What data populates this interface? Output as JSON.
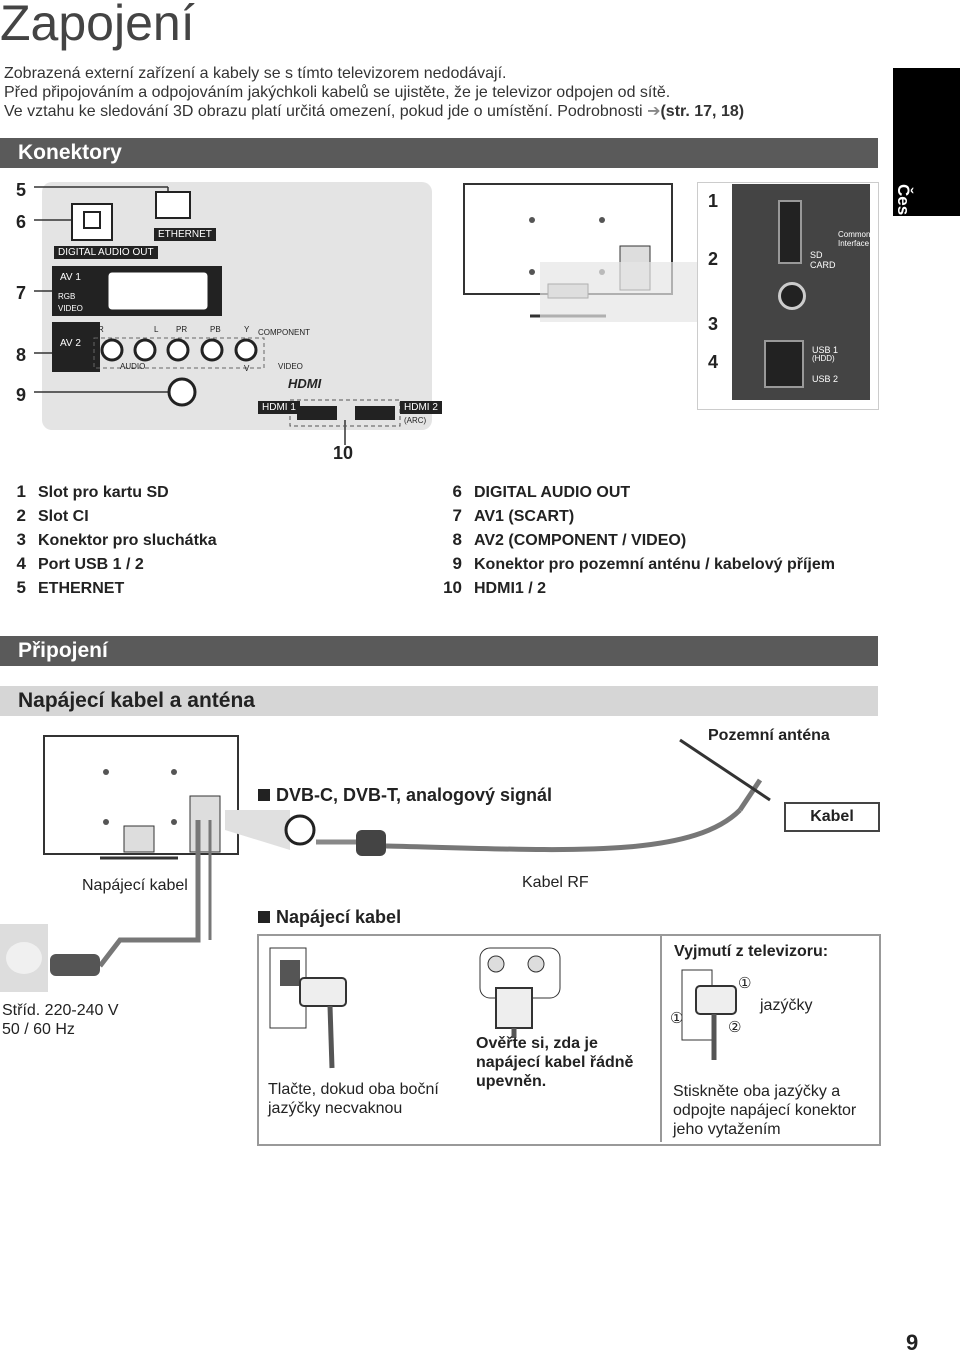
{
  "page": {
    "title": "Zapojení",
    "intro_lines": [
      "Zobrazená externí zařízení a kabely se s tímto televizorem nedodávají.",
      "Před připojováním a odpojováním jakýchkoli kabelů se ujistěte, že je televizor odpojen od sítě.",
      "Ve vztahu ke sledování 3D obrazu platí určitá omezení, pokud jde o umístění. Podrobnosti"
    ],
    "intro_ref": "(str. 17, 18)",
    "language_tab": "Česky",
    "page_number": "9"
  },
  "connectors": {
    "heading": "Konektory",
    "callouts_left": [
      "5",
      "6",
      "7",
      "8",
      "9"
    ],
    "callout_bottom": "10",
    "callouts_right": [
      "1",
      "2",
      "3",
      "4"
    ],
    "panel_labels": {
      "digital_audio_out": "DIGITAL AUDIO OUT",
      "ethernet": "ETHERNET",
      "av1": "AV 1",
      "rgb": "RGB",
      "video": "VIDEO",
      "av2": "AV 2",
      "r": "R",
      "l": "L",
      "pr": "PR",
      "pb": "PB",
      "y": "Y",
      "component": "COMPONENT",
      "audio": "AUDIO",
      "v": "V",
      "video2": "VIDEO",
      "hdmi_logo": "HDMI",
      "hdmi1": "HDMI 1",
      "hdmi2": "HDMI 2",
      "arc": "(ARC)",
      "common_interface": "Common Interface",
      "sd_card": "SD CARD",
      "usb1": "USB 1",
      "hdd": "(HDD)",
      "usb2": "USB 2"
    },
    "legend_left": [
      {
        "n": "1",
        "label": "Slot pro kartu SD"
      },
      {
        "n": "2",
        "label": "Slot CI"
      },
      {
        "n": "3",
        "label": "Konektor pro sluchátka"
      },
      {
        "n": "4",
        "label": "Port USB 1 / 2"
      },
      {
        "n": "5",
        "label": "ETHERNET"
      }
    ],
    "legend_right": [
      {
        "n": "6",
        "label": "DIGITAL AUDIO OUT"
      },
      {
        "n": "7",
        "label": "AV1 (SCART)"
      },
      {
        "n": "8",
        "label": "AV2 (COMPONENT / VIDEO)"
      },
      {
        "n": "9",
        "label": "Konektor pro pozemní anténu / kabelový příjem"
      },
      {
        "n": "10",
        "label": "HDMI1 / 2"
      }
    ]
  },
  "connection": {
    "heading": "Připojení",
    "subheading": "Napájecí kabel a anténa",
    "terrestrial_antenna": "Pozemní anténa",
    "signal_label": "DVB-C, DVB-T, analogový signál",
    "cable_box": "Kabel",
    "power_cord_label": "Napájecí kabel",
    "rf_cable_label": "Kabel RF",
    "mains_line1": "Stříd. 220-240 V",
    "mains_line2": "50 / 60 Hz",
    "power_section_title": "Napájecí kabel",
    "remove_title": "Vyjmutí z televizoru:",
    "tabs_label": "jazýčky",
    "marker1": "①",
    "marker2": "②",
    "step_push": "Tlačte, dokud oba boční jazýčky necvaknou",
    "step_check": "Ověřte si, zda je napájecí kabel řádně upevněn.",
    "step_remove": "Stiskněte oba jazýčky a odpojte napájecí konektor jeho vytažením"
  }
}
